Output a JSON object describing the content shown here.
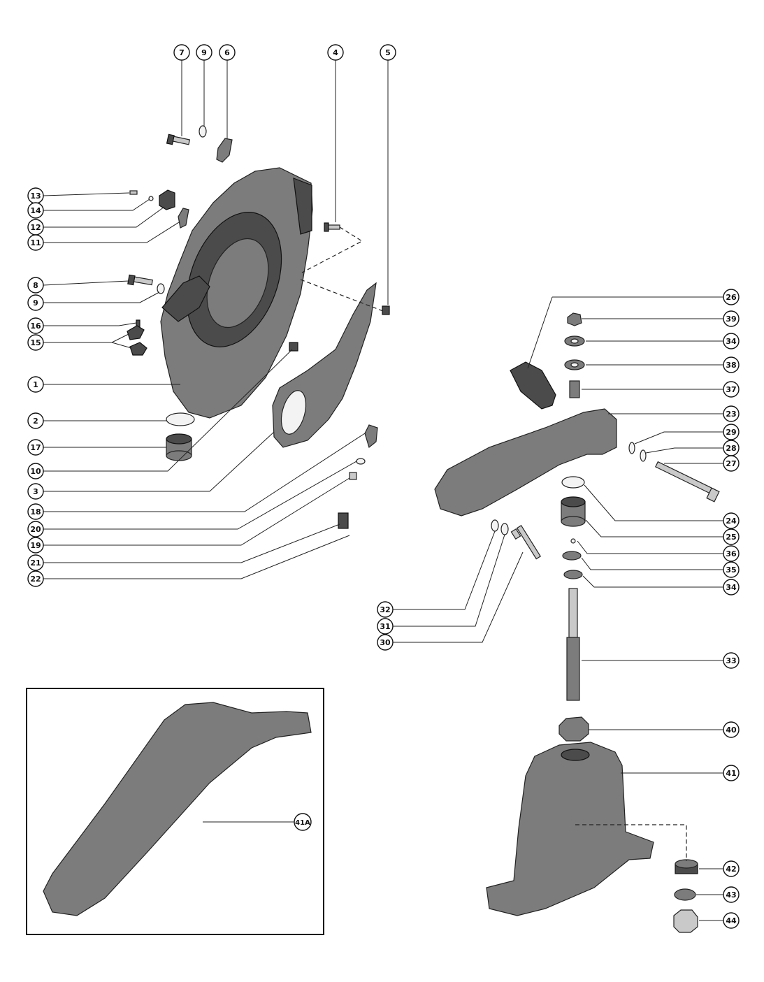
{
  "callouts": {
    "c7": "7",
    "c9a": "9",
    "c6": "6",
    "c4": "4",
    "c5": "5",
    "c13": "13",
    "c14": "14",
    "c12": "12",
    "c11": "11",
    "c8": "8",
    "c9b": "9",
    "c16": "16",
    "c15": "15",
    "c1": "1",
    "c2": "2",
    "c17": "17",
    "c10": "10",
    "c3": "3",
    "c18": "18",
    "c20": "20",
    "c19": "19",
    "c21": "21",
    "c22": "22",
    "c26": "26",
    "c39": "39",
    "c34a": "34",
    "c38": "38",
    "c37": "37",
    "c23": "23",
    "c29": "29",
    "c28": "28",
    "c27": "27",
    "c24": "24",
    "c25": "25",
    "c36": "36",
    "c35": "35",
    "c34b": "34",
    "c32": "32",
    "c31": "31",
    "c30": "30",
    "c33": "33",
    "c40": "40",
    "c41": "41",
    "c42": "42",
    "c43": "43",
    "c44": "44",
    "c41a": "41A"
  }
}
